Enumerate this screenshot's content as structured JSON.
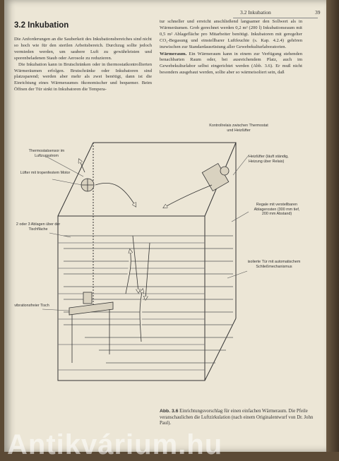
{
  "header": {
    "running_head": "3.2 Inkubation",
    "page_number": "39"
  },
  "section_title": "3.2 Inkubation",
  "left_column": [
    "Die Anforderungen an die Sauberkeit des Inkubationsbereiches sind nicht so hoch wie für den sterilen Arbeitsbereich. Durchzug sollte jedoch vermieden werden, um saubere Luft zu gewährleisten und sporenbeladenen Staub oder Aerosole zu reduzieren.",
    "Die Inkubation kann in Brutschränken oder in thermostatkontrollierten Wärmeräumen erfolgen. Brutschränke oder Inkubatoren sind platzsparend; werden aber mehr als zwei benötigt, dann ist die Einrichtung eines Wärmeraumes ökonomischer und bequemer. Beim Öffnen der Tür sinkt in Inkubatoren die Tempera-"
  ],
  "right_column": {
    "para1": "tur schneller und erreicht anschließend langsamer den Sollwert als in Wärmeräumen. Grob gerechnet werden 0,2 m² (200 l) Inkubationsraum mit 0,5 m² Ablagefläche pro Mitarbeiter benötigt. Inkubatoren mit geregelter CO₂-Begasung und einstellbarer Luftfeuchte (s. Kap. 4.2.4) gehören inzwischen zur Standardausrüstung aller Gewebekulturlaboratorien.",
    "para2_heading": "Wärmeraum.",
    "para2_text": " Ein Wärmeraum kann in einem zur Verfügung stehenden benachbarten Raum oder, bei ausreichendem Platz, auch im Gewebekulturlabor selbst eingerichtet werden (Abb. 3.6). Er muß nicht besonders ausgebaut werden, sollte aber so wärmeisoliert sein, daß"
  },
  "figure": {
    "labels": {
      "sensor": "Thermostatsensor im Luftzugsstrom",
      "fan": "Lüfter mit tropenfestem Motor",
      "shelves": "2 oder 3 Ablagen über der Tischfläche",
      "table": "vibrationsfreier Tisch",
      "relay": "Kontrollrelais zwischen Thermostat und Heizlüfter",
      "heater": "Heizlüfter (läuft ständig, Heizung über Relais)",
      "racks": "Regale mit verstellbaren Ablagerosten (300 mm tief, 200 mm Abstand)",
      "door": "isolierte Tür mit automatischem Schließmechanismus"
    }
  },
  "caption": {
    "number": "Abb. 3.6",
    "text": " Einrichtungsvorschlag für einen einfachen Wärmeraum. Die Pfeile veranschaulichen die Luftzirkulation (nach einem Originalentwurf von Dr. John Paul)."
  },
  "watermark": "Antikvárium.hu"
}
